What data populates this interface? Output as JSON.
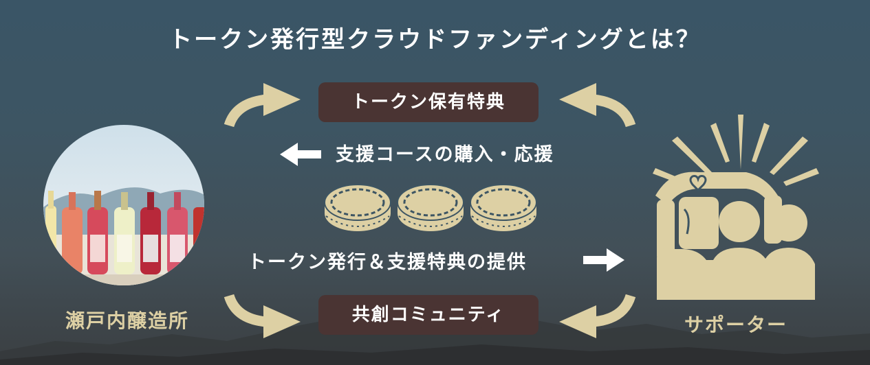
{
  "title": "トークン発行型クラウドファンディングとは？",
  "benefit_label": "トークン保有特典",
  "purchase_label": "支援コースの購入・応援",
  "issue_label": "トークン発行＆支援特典の提供",
  "community_label": "共創コミュニティ",
  "brewery_label": "瀬戸内醸造所",
  "supporter_label": "サポーター",
  "colors": {
    "pill_bg": "#4a3433",
    "accent_beige": "#ddd0a4",
    "text_white": "#ffffff"
  },
  "icons": [
    "curved-arrow-icon",
    "left-arrow-icon",
    "right-arrow-icon",
    "coin-icon",
    "supporters-icon",
    "heart-icon"
  ]
}
